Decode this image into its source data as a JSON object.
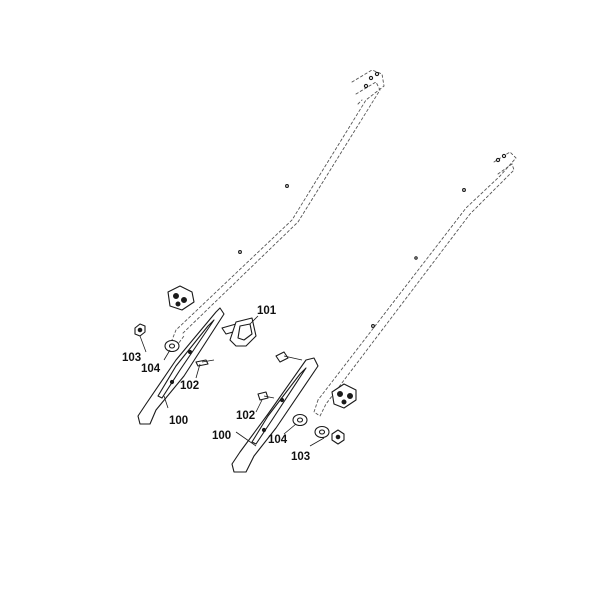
{
  "callouts": {
    "left_101": "101",
    "left_103": "103",
    "left_104": "104",
    "left_102": "102",
    "left_100": "100",
    "right_102": "102",
    "right_100": "100",
    "right_104": "104",
    "right_103": "103"
  }
}
